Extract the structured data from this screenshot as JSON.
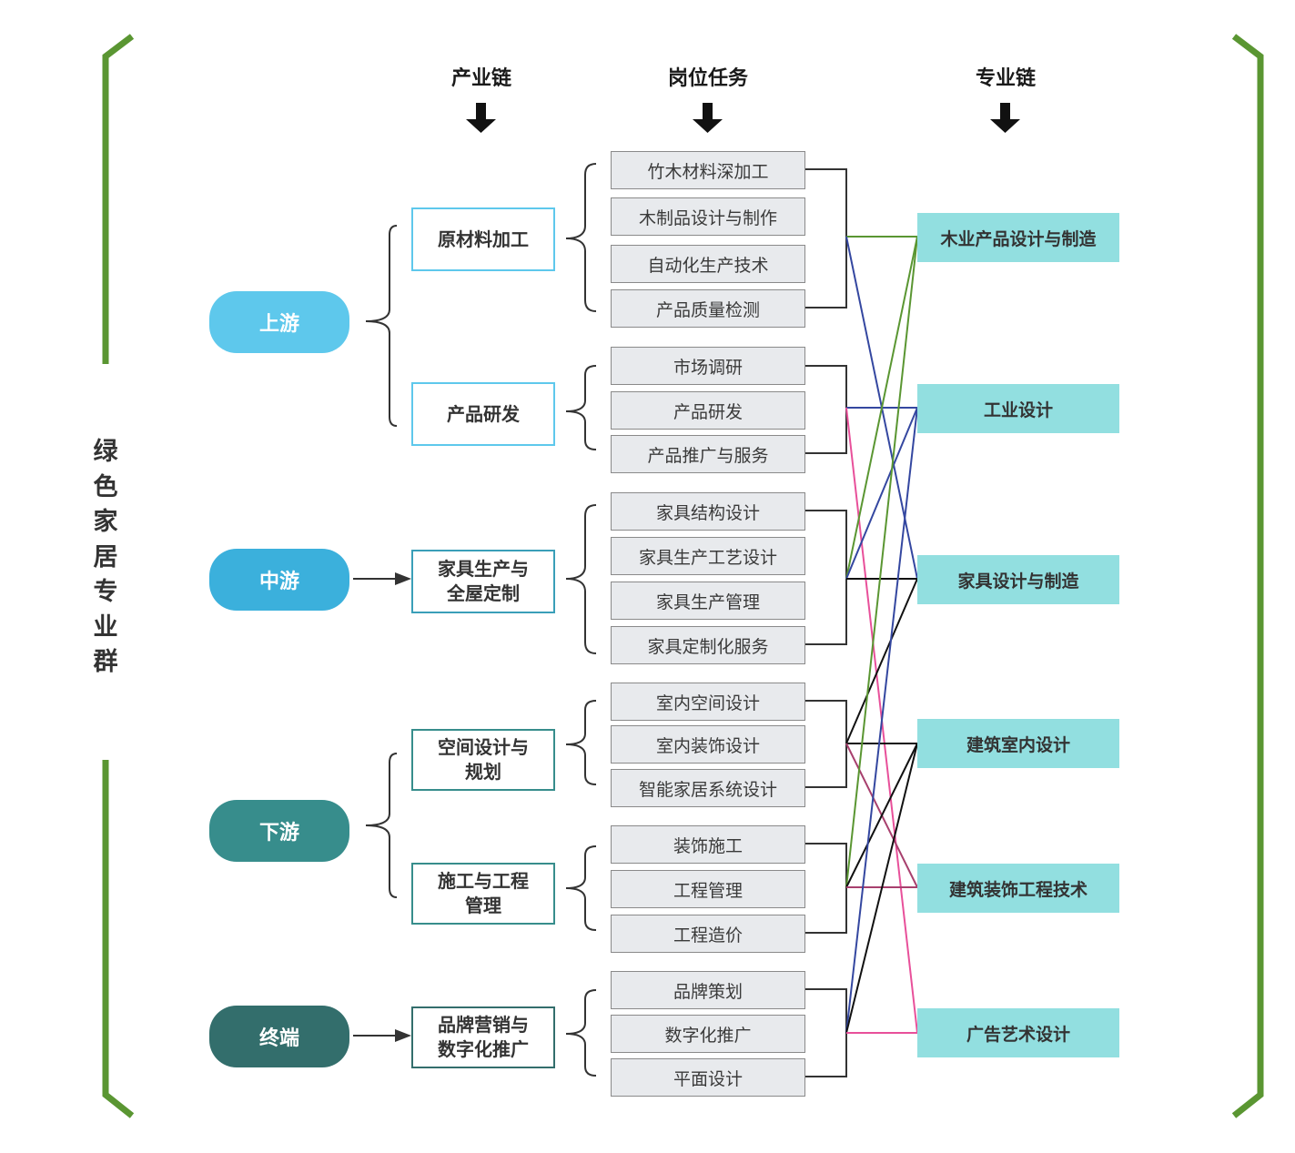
{
  "group_title": "绿色家居专业群",
  "column_headers": {
    "industry_chain": "产业链",
    "job_tasks": "岗位任务",
    "major_chain": "专业链"
  },
  "colors": {
    "frame_green": "#5a9632",
    "upstream": "#5ec8ec",
    "midstream": "#3bb0dc",
    "downstream": "#378d8c",
    "terminal": "#336e6c",
    "major_fill": "#92dfe0",
    "task_fill": "#e8eaed",
    "link_green": "#5a9632",
    "link_blue": "#3447a0",
    "link_pink": "#e8509a",
    "link_black": "#111111",
    "link_magenta": "#a8406e"
  },
  "stages": [
    {
      "id": "upstream",
      "label": "上游"
    },
    {
      "id": "midstream",
      "label": "中游"
    },
    {
      "id": "downstream",
      "label": "下游"
    },
    {
      "id": "terminal",
      "label": "终端"
    }
  ],
  "industry_segments": [
    {
      "id": "raw",
      "stage": "upstream",
      "label": "原材料加工"
    },
    {
      "id": "rnd",
      "stage": "upstream",
      "label": "产品研发"
    },
    {
      "id": "furniture",
      "stage": "midstream",
      "label_lines": [
        "家具生产与",
        "全屋定制"
      ]
    },
    {
      "id": "space",
      "stage": "downstream",
      "label_lines": [
        "空间设计与",
        "规划"
      ]
    },
    {
      "id": "construction",
      "stage": "downstream",
      "label_lines": [
        "施工与工程",
        "管理"
      ]
    },
    {
      "id": "brand",
      "stage": "terminal",
      "label_lines": [
        "品牌营销与",
        "数字化推广"
      ]
    }
  ],
  "tasks": {
    "raw": [
      "竹木材料深加工",
      "木制品设计与制作",
      "自动化生产技术",
      "产品质量检测"
    ],
    "rnd": [
      "市场调研",
      "产品研发",
      "产品推广与服务"
    ],
    "furniture": [
      "家具结构设计",
      "家具生产工艺设计",
      "家具生产管理",
      "家具定制化服务"
    ],
    "space": [
      "室内空间设计",
      "室内装饰设计",
      "智能家居系统设计"
    ],
    "construction": [
      "装饰施工",
      "工程管理",
      "工程造价"
    ],
    "brand": [
      "品牌策划",
      "数字化推广",
      "平面设计"
    ]
  },
  "majors": [
    {
      "id": "wood",
      "label": "木业产品设计与制造"
    },
    {
      "id": "industrial",
      "label": "工业设计"
    },
    {
      "id": "furniture_design",
      "label": "家具设计与制造"
    },
    {
      "id": "interior",
      "label": "建筑室内设计"
    },
    {
      "id": "decoration",
      "label": "建筑装饰工程技术"
    },
    {
      "id": "advertising",
      "label": "广告艺术设计"
    }
  ],
  "links": [
    {
      "from": "raw",
      "to": "wood",
      "color": "green"
    },
    {
      "from": "raw",
      "to": "furniture_design",
      "color": "blue"
    },
    {
      "from": "rnd",
      "to": "industrial",
      "color": "blue"
    },
    {
      "from": "rnd",
      "to": "advertising",
      "color": "pink"
    },
    {
      "from": "furniture",
      "to": "wood",
      "color": "green"
    },
    {
      "from": "furniture",
      "to": "industrial",
      "color": "blue"
    },
    {
      "from": "furniture",
      "to": "furniture_design",
      "color": "black"
    },
    {
      "from": "space",
      "to": "furniture_design",
      "color": "black"
    },
    {
      "from": "space",
      "to": "interior",
      "color": "black"
    },
    {
      "from": "space",
      "to": "decoration",
      "color": "magenta"
    },
    {
      "from": "construction",
      "to": "wood",
      "color": "green"
    },
    {
      "from": "construction",
      "to": "interior",
      "color": "black"
    },
    {
      "from": "construction",
      "to": "decoration",
      "color": "magenta"
    },
    {
      "from": "brand",
      "to": "industrial",
      "color": "blue"
    },
    {
      "from": "brand",
      "to": "interior",
      "color": "black"
    },
    {
      "from": "brand",
      "to": "advertising",
      "color": "pink"
    }
  ]
}
